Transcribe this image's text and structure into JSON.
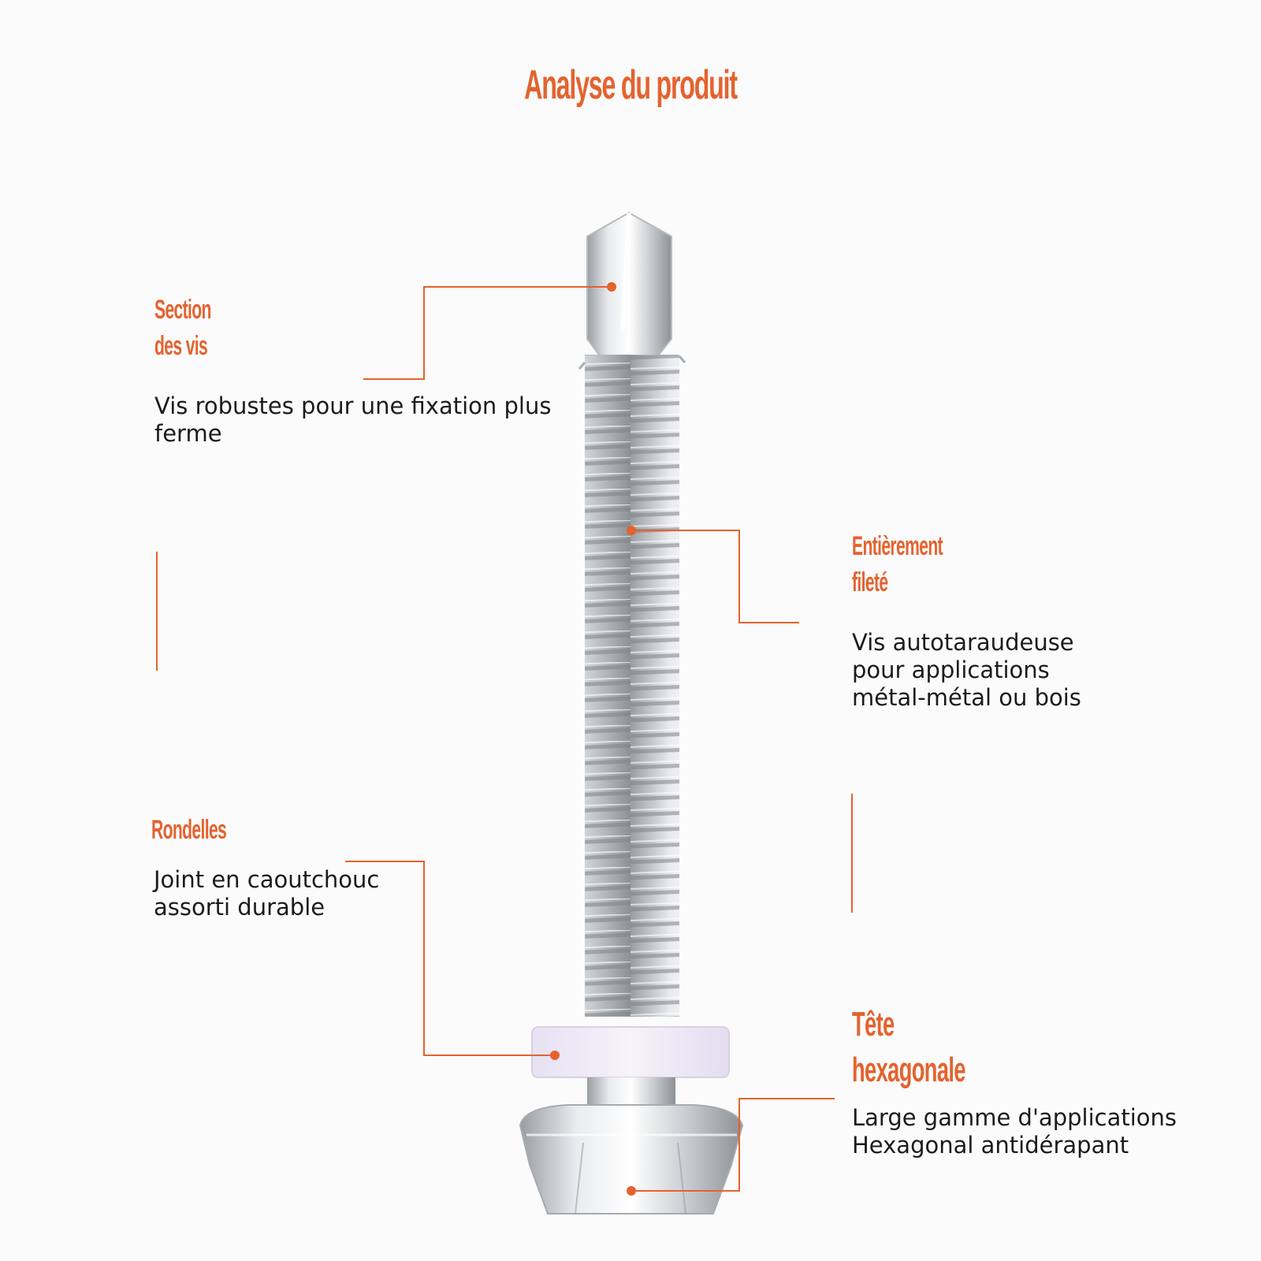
{
  "title": "Analyse du produit",
  "callouts": {
    "screw_section": {
      "label_line1": "Section",
      "label_line2": "des vis",
      "desc_line1": "Vis robustes pour une fixation plus",
      "desc_line2": "ferme"
    },
    "fully_threaded": {
      "label_line1": "Entièrement",
      "label_line2": "fileté",
      "desc_line1": "Vis autotaraudeuse",
      "desc_line2": "pour applications",
      "desc_line3": "métal-métal ou bois"
    },
    "washers": {
      "label": "Rondelles",
      "desc_line1": "Joint en caoutchouc",
      "desc_line2": "assorti durable"
    },
    "hex_head": {
      "label_line1": "Tête",
      "label_line2": "hexagonale",
      "desc_line1": "Large gamme d'applications",
      "desc_line2": "Hexagonal antidérapant"
    }
  },
  "colors": {
    "accent": "#e4632f",
    "text": "#1b1b1b",
    "background": "#fbfbfb"
  }
}
